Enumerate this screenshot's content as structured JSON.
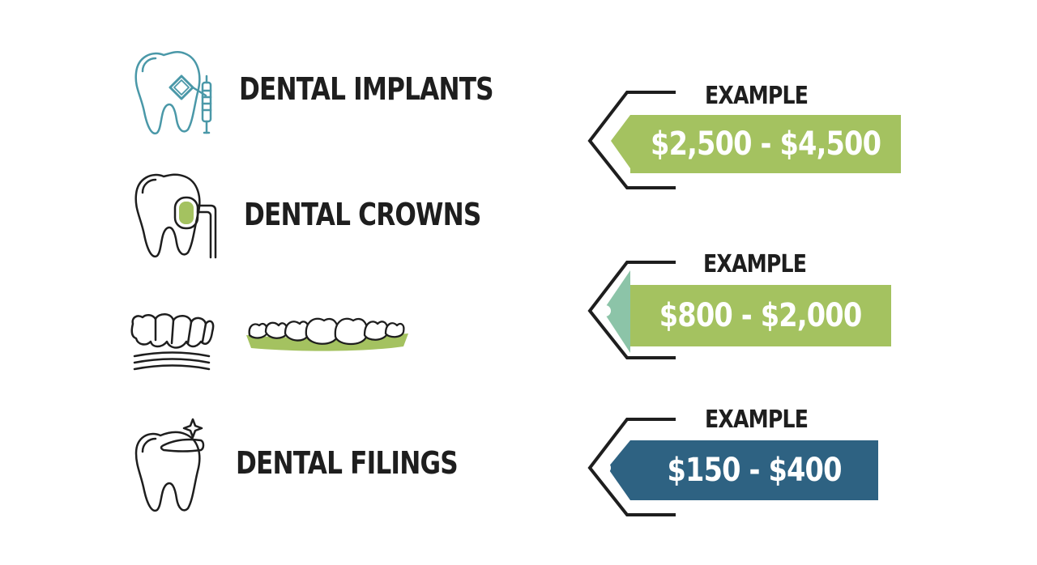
{
  "services": [
    {
      "name": "DENTAL IMPLANTS",
      "icon": "tooth-implant-icon"
    },
    {
      "name": "DENTAL CROWNS",
      "icon": "tooth-crown-icon"
    },
    {
      "name": "",
      "icon": "dentures-icon"
    },
    {
      "name": "DENTAL FILINGS",
      "icon": "tooth-filling-icon"
    }
  ],
  "price_tags": [
    {
      "label": "EXAMPLE",
      "price": "$2,500 - $4,500",
      "color": "#a4c260"
    },
    {
      "label": "EXAMPLE",
      "price": "$800 - $2,000",
      "color": "#a4c260",
      "accent": "#8cc4a8"
    },
    {
      "label": "EXAMPLE",
      "price": "$150 - $400",
      "color": "#2e6282"
    }
  ],
  "colors": {
    "text": "#1e1e1e",
    "implant_icon": "#4a98a8",
    "crown_highlight": "#a4c260",
    "gum": "#a4c260"
  }
}
